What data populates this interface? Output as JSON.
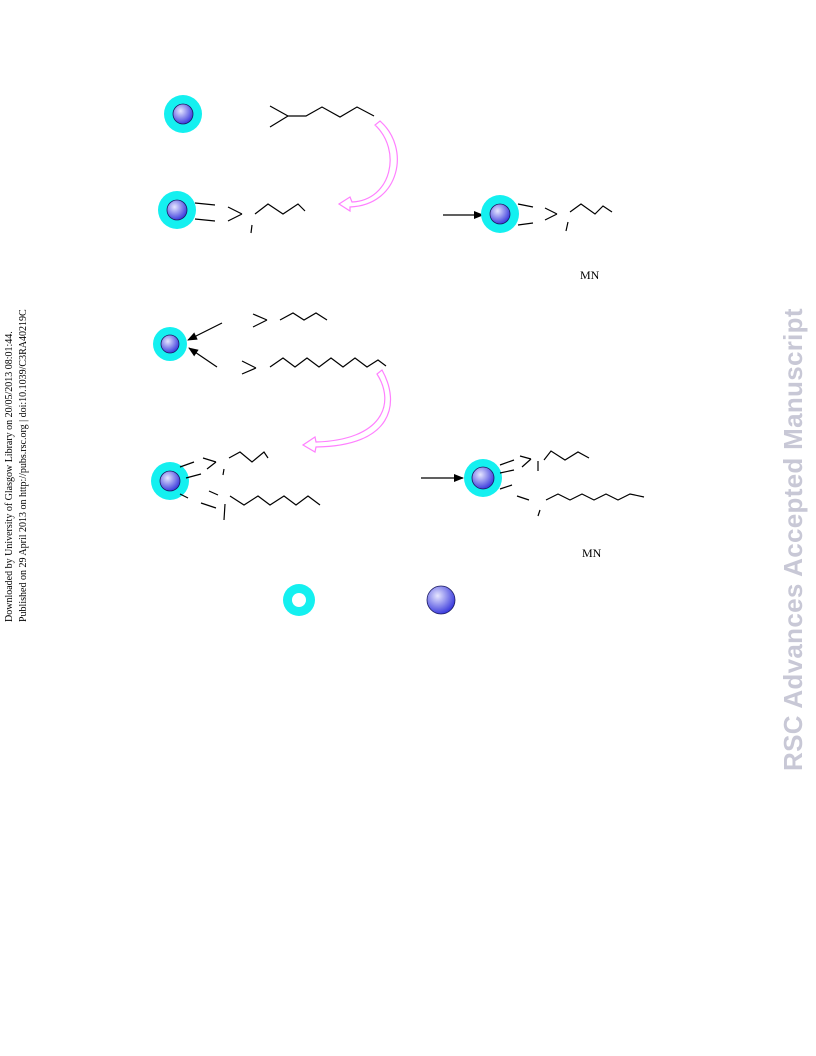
{
  "margin_text": {
    "line1": "Downloaded by University of Glasgow Library on 20/05/2013 08:01:44.",
    "line2": "Published on 29 April 2013 on http://pubs.rsc.org | doi:10.1039/C3RA40219C"
  },
  "watermark": {
    "text": "RSC Advances Accepted Manuscript",
    "color": "#c8c8d6"
  },
  "scheme": {
    "labels": [
      "MN",
      "MN"
    ],
    "colors": {
      "shell": "#14f0f0",
      "core_light": "#e6e6ff",
      "core_dark": "#2424d8",
      "curved_arrow": "#ff80ff",
      "bond": "#000000"
    },
    "icons": {
      "shell_ring_legend": "cyan-ring-icon",
      "core_sphere_legend": "blue-sphere-icon",
      "curved_arrow": "curved-reaction-arrow-icon"
    }
  }
}
